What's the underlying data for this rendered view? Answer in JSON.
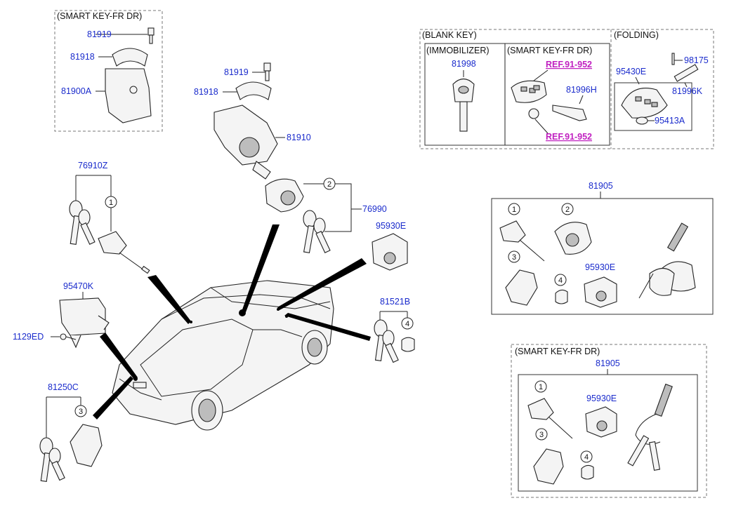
{
  "groups": {
    "smart_key_fr_dr_top": "(SMART KEY-FR DR)",
    "blank_key": "(BLANK KEY)",
    "immobilizer": "(IMMOBILIZER)",
    "smart_key_fr_dr_blank": "(SMART KEY-FR DR)",
    "folding": "(FOLDING)",
    "smart_key_fr_dr_bottom": "(SMART KEY-FR DR)"
  },
  "labels": {
    "p81919_a": "81919",
    "p81918_a": "81918",
    "p81900A": "81900A",
    "p81919_b": "81919",
    "p81918_b": "81918",
    "p81910": "81910",
    "p76910Z": "76910Z",
    "p76990": "76990",
    "p95930E_a": "95930E",
    "p95470K": "95470K",
    "p1129ED": "1129ED",
    "p81521B": "81521B",
    "p81250C": "81250C",
    "p81998": "81998",
    "p81996H": "81996H",
    "p95430E": "95430E",
    "p98175": "98175",
    "p81996K": "81996K",
    "p95413A": "95413A",
    "p81905_a": "81905",
    "p95930E_b": "95930E",
    "p81905_b": "81905",
    "p95930E_c": "95930E"
  },
  "refs": {
    "ref_top": "REF.91-952",
    "ref_bottom": "REF.91-952"
  },
  "callouts": {
    "c1": "1",
    "c2": "2",
    "c3": "3",
    "c4": "4"
  },
  "colors": {
    "part_number": "#1a2bcc",
    "reference": "#c020c0",
    "line": "#222222"
  }
}
